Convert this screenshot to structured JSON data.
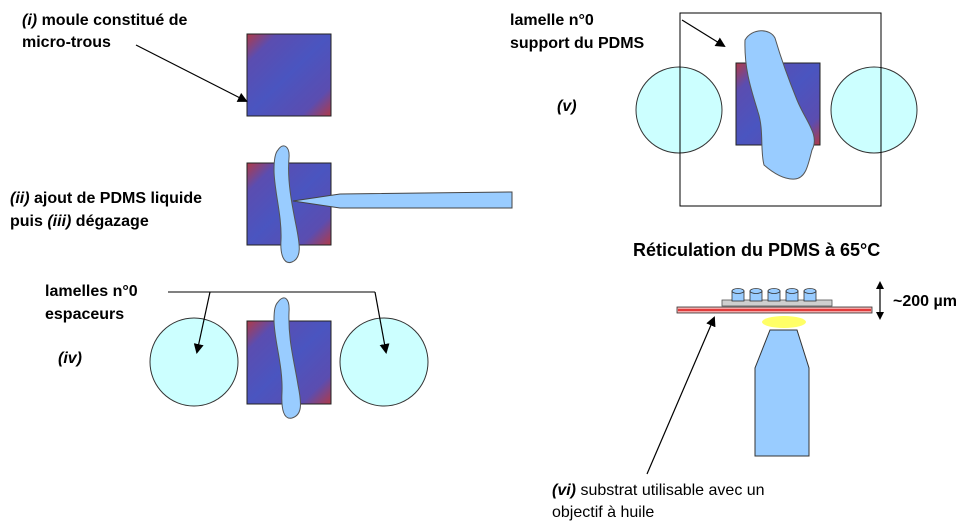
{
  "steps": {
    "i": {
      "num": "(i)",
      "text": "moule constitué de",
      "text2": "micro-trous"
    },
    "ii": {
      "num": "(ii)",
      "text": "ajout de PDMS liquide",
      "line2_prefix": "puis",
      "num2": "(iii)",
      "line2_suffix": "dégazage"
    },
    "iv": {
      "num": "(iv)",
      "text": "lamelles n°0",
      "text2": "espaceurs"
    },
    "v": {
      "num": "(v)",
      "text": "lamelle n°0",
      "text2": "support du PDMS"
    },
    "vi": {
      "num": "(vi)",
      "text": "substrat utilisable avec un",
      "text2": "objectif à huile"
    }
  },
  "reticulation_title": "Réticulation du PDMS à 65°C",
  "thickness_label": "~200 µm",
  "colors": {
    "mold_blue": "#4a55b8",
    "mold_red": "#b03a48",
    "pdms": "#99ccff",
    "coverslip": "#ccffff",
    "heat_strip": "#e23b3b",
    "oil_drop": "#ffff66"
  }
}
